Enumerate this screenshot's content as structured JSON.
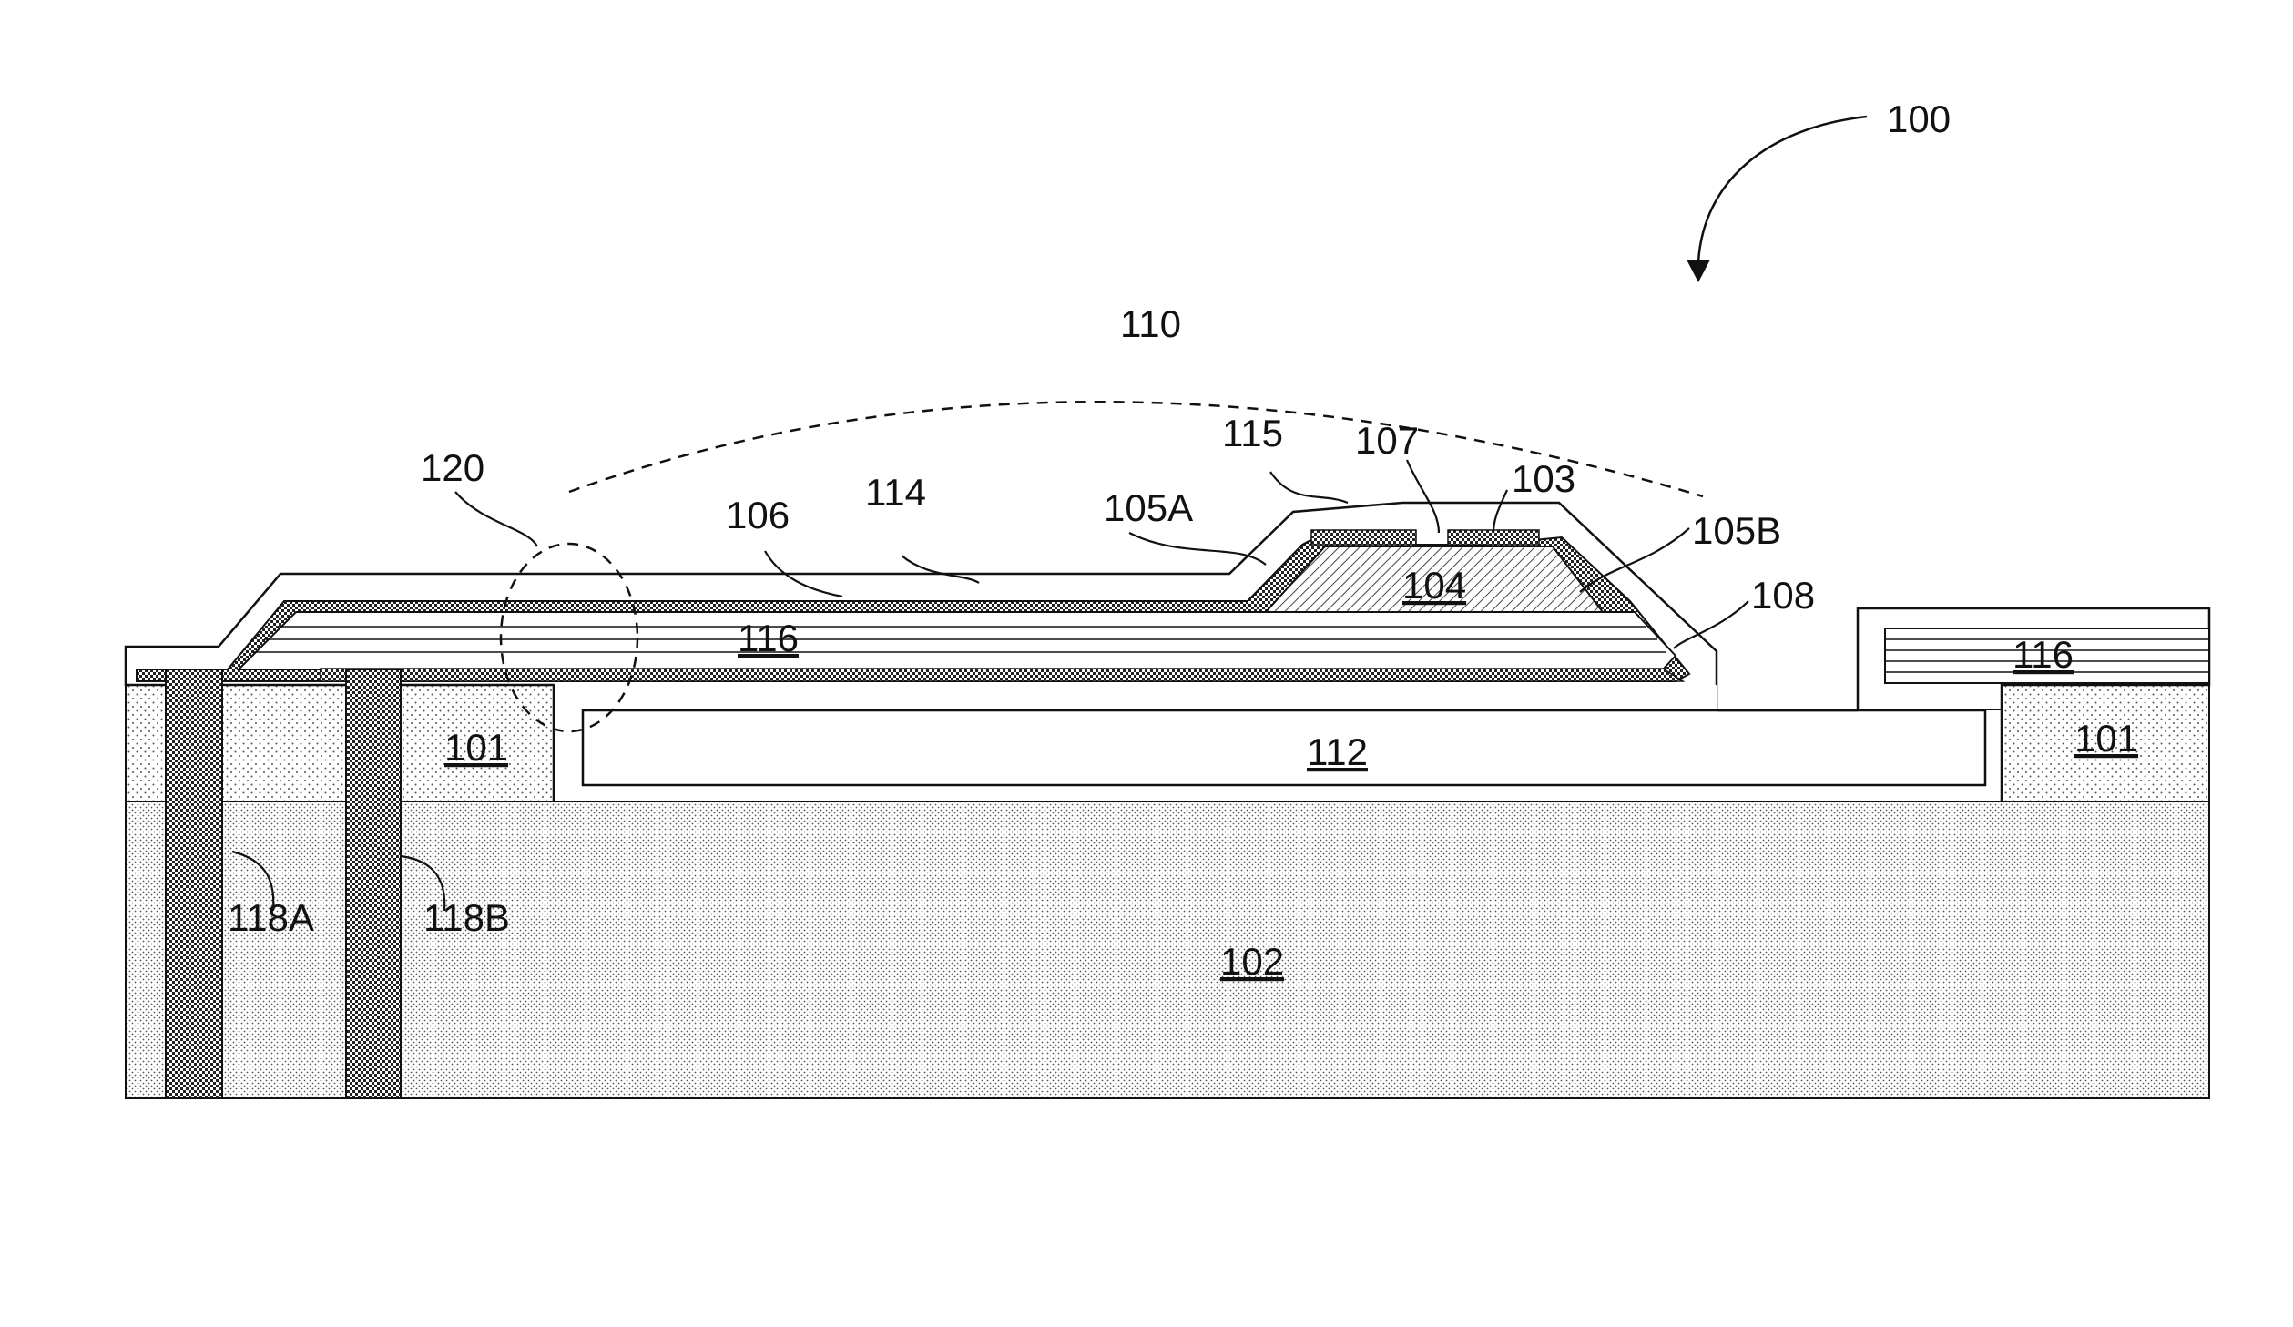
{
  "figure_ref": "100",
  "labels": {
    "l110": "110",
    "l120": "120",
    "l106": "106",
    "l114": "114",
    "l105A": "105A",
    "l115": "115",
    "l107": "107",
    "l103": "103",
    "l105B": "105B",
    "l108": "108",
    "l104": "104",
    "l116a": "116",
    "l116b": "116",
    "l101a": "101",
    "l101b": "101",
    "l112": "112",
    "l102": "102",
    "l118A": "118A",
    "l118B": "118B"
  },
  "colors": {
    "line": "#111111",
    "substrate_dot": "#6a6a6a",
    "electrode": "#2a2a2a",
    "background": "#ffffff"
  }
}
